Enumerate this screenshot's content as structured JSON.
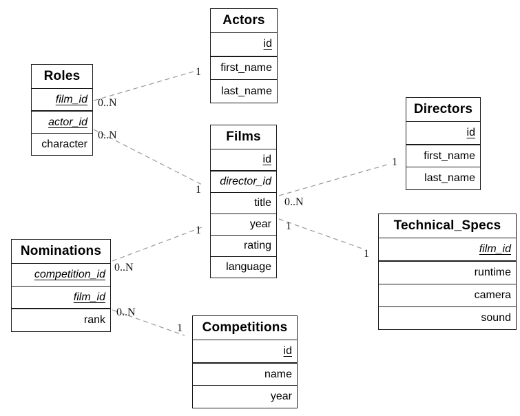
{
  "colors": {
    "background": "#ffffff",
    "entity_border": "#1a1a1a",
    "relationship_line": "#999999",
    "text": "#000000"
  },
  "entities": [
    {
      "name": "Actors",
      "columns": [
        {
          "name": "id",
          "pk": true,
          "fk": false
        },
        {
          "name": "first_name",
          "pk": false,
          "fk": false
        },
        {
          "name": "last_name",
          "pk": false,
          "fk": false
        }
      ]
    },
    {
      "name": "Roles",
      "columns": [
        {
          "name": "film_id",
          "pk": true,
          "fk": true
        },
        {
          "name": "actor_id",
          "pk": true,
          "fk": true
        },
        {
          "name": "character",
          "pk": false,
          "fk": false
        }
      ]
    },
    {
      "name": "Films",
      "columns": [
        {
          "name": "id",
          "pk": true,
          "fk": false
        },
        {
          "name": "director_id",
          "pk": false,
          "fk": true
        },
        {
          "name": "title",
          "pk": false,
          "fk": false
        },
        {
          "name": "year",
          "pk": false,
          "fk": false
        },
        {
          "name": "rating",
          "pk": false,
          "fk": false
        },
        {
          "name": "language",
          "pk": false,
          "fk": false
        }
      ]
    },
    {
      "name": "Directors",
      "columns": [
        {
          "name": "id",
          "pk": true,
          "fk": false
        },
        {
          "name": "first_name",
          "pk": false,
          "fk": false
        },
        {
          "name": "last_name",
          "pk": false,
          "fk": false
        }
      ]
    },
    {
      "name": "Technical_Specs",
      "columns": [
        {
          "name": "film_id",
          "pk": true,
          "fk": true
        },
        {
          "name": "runtime",
          "pk": false,
          "fk": false
        },
        {
          "name": "camera",
          "pk": false,
          "fk": false
        },
        {
          "name": "sound",
          "pk": false,
          "fk": false
        }
      ]
    },
    {
      "name": "Nominations",
      "columns": [
        {
          "name": "competition_id",
          "pk": true,
          "fk": true
        },
        {
          "name": "film_id",
          "pk": true,
          "fk": true
        },
        {
          "name": "rank",
          "pk": false,
          "fk": false
        }
      ]
    },
    {
      "name": "Competitions",
      "columns": [
        {
          "name": "id",
          "pk": true,
          "fk": false
        },
        {
          "name": "name",
          "pk": false,
          "fk": false
        },
        {
          "name": "year",
          "pk": false,
          "fk": false
        }
      ]
    }
  ],
  "relationships": [
    {
      "from": "Roles",
      "to": "Actors",
      "from_card": "0..N",
      "to_card": "1"
    },
    {
      "from": "Roles",
      "to": "Films",
      "from_card": "0..N",
      "to_card": "1"
    },
    {
      "from": "Films",
      "to": "Directors",
      "from_card": "0..N",
      "to_card": "1"
    },
    {
      "from": "Films",
      "to": "Technical_Specs",
      "from_card": "1",
      "to_card": "1"
    },
    {
      "from": "Nominations",
      "to": "Films",
      "from_card": "0..N",
      "to_card": "1"
    },
    {
      "from": "Nominations",
      "to": "Competitions",
      "from_card": "0..N",
      "to_card": "1"
    }
  ]
}
